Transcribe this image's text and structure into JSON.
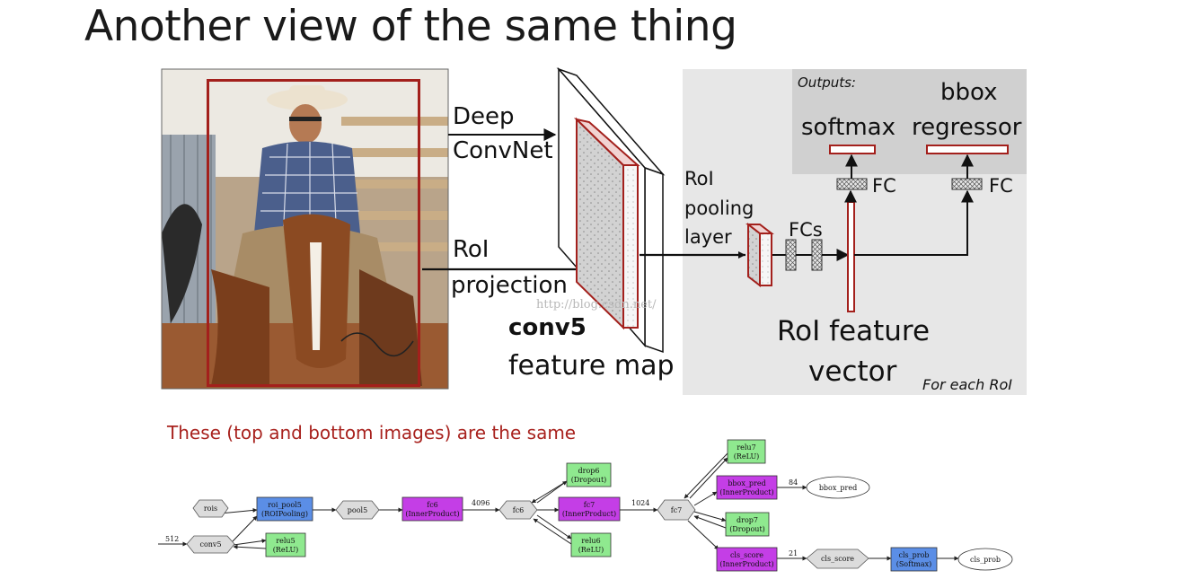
{
  "title": "Another view of the same thing",
  "top_diagram": {
    "deep_convnet": [
      "Deep",
      "ConvNet"
    ],
    "roi_projection": [
      "RoI",
      "projection"
    ],
    "conv5": "conv5",
    "feature_map": "feature map",
    "roi_pooling": [
      "RoI",
      "pooling",
      "layer"
    ],
    "fcs": "FCs",
    "fc_left": "FC",
    "fc_right": "FC",
    "outputs": "Outputs:",
    "softmax": "softmax",
    "bbox_regressor": [
      "bbox",
      "regressor"
    ],
    "roi_feature_vector": [
      "RoI feature",
      "vector"
    ],
    "for_each_roi": "For each RoI",
    "watermark": "http://blog.csdn.net/"
  },
  "note": "These (top and bottom images) are the same",
  "graph": {
    "nodes": {
      "rois": [
        "rois"
      ],
      "conv5": [
        "conv5"
      ],
      "roi_pool5": [
        "roi_pool5",
        "(ROIPooling)"
      ],
      "relu5": [
        "relu5",
        "(ReLU)"
      ],
      "pool5": [
        "pool5"
      ],
      "fc6": [
        "fc6",
        "(InnerProduct)"
      ],
      "fc6_blob": [
        "fc6"
      ],
      "drop6": [
        "drop6",
        "(Dropout)"
      ],
      "fc7": [
        "fc7",
        "(InnerProduct)"
      ],
      "relu6": [
        "relu6",
        "(ReLU)"
      ],
      "fc7_blob": [
        "fc7"
      ],
      "relu7": [
        "relu7",
        "(ReLU)"
      ],
      "bbox_pred": [
        "bbox_pred",
        "(InnerProduct)"
      ],
      "bbox_pred_blob": [
        "bbox_pred"
      ],
      "drop7": [
        "drop7",
        "(Dropout)"
      ],
      "cls_score": [
        "cls_score",
        "(InnerProduct)"
      ],
      "cls_score_blob": [
        "cls_score"
      ],
      "cls_prob": [
        "cls_prob",
        "(Softmax)"
      ],
      "cls_prob_blob": [
        "cls_prob"
      ]
    },
    "edge_labels": {
      "input": "512",
      "fc6_out": "4096",
      "fc7_out": "1024",
      "bbox_out": "84",
      "cls_out": "21"
    }
  },
  "colors": {
    "red_box": "#a3201c",
    "panel_bg": "#e7e7e7",
    "output_bg": "#d0d0d0",
    "blue_node": "#5b8ee6",
    "purple_node": "#c43ee6",
    "green_node": "#8fe98f",
    "gray_node": "#dcdcdc"
  }
}
